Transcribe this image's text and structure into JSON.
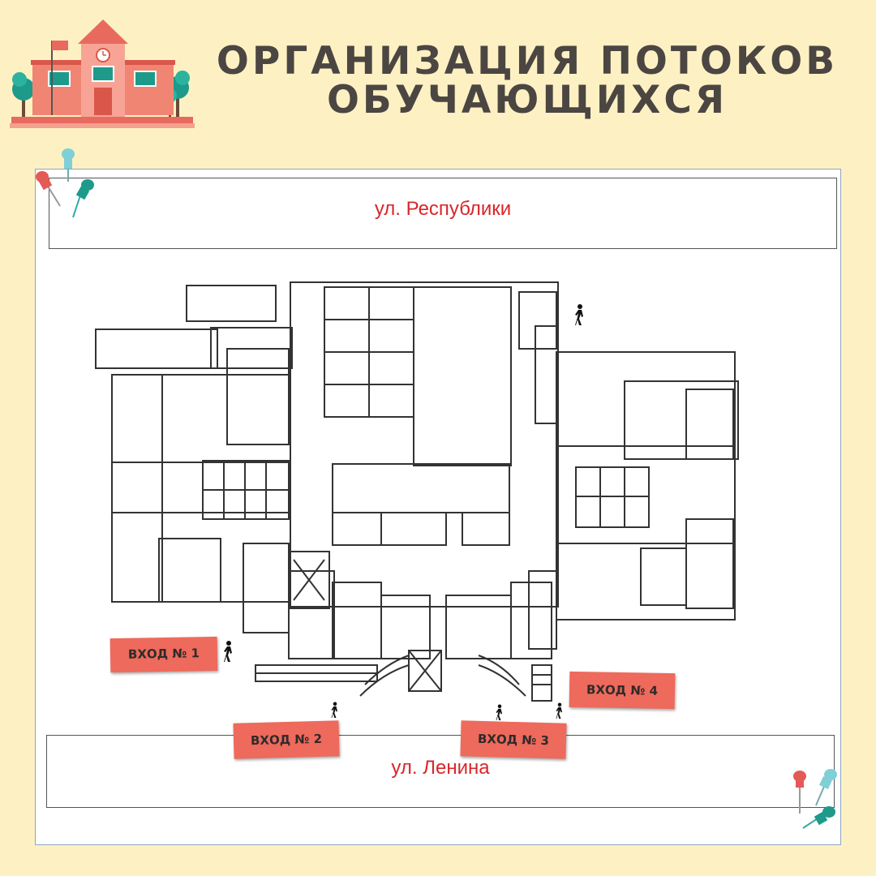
{
  "title": {
    "line1": "ОРГАНИЗАЦИЯ ПОТОКОВ",
    "line2": "ОБУЧАЮЩИХСЯ"
  },
  "streets": {
    "top": "ул. Республики",
    "bottom": "ул. Ленина"
  },
  "entrances": [
    {
      "label": "ВХОД № 1"
    },
    {
      "label": "ВХОД № 2"
    },
    {
      "label": "ВХОД № 3"
    },
    {
      "label": "ВХОД № 4"
    }
  ],
  "colors": {
    "background": "#fdf1c3",
    "title": "#4b4642",
    "entrance_badge": "#ee6a5c",
    "street_text": "#d9262a"
  },
  "icons": [
    "school-building-icon",
    "pushpin-icon",
    "pedestrian-icon"
  ]
}
